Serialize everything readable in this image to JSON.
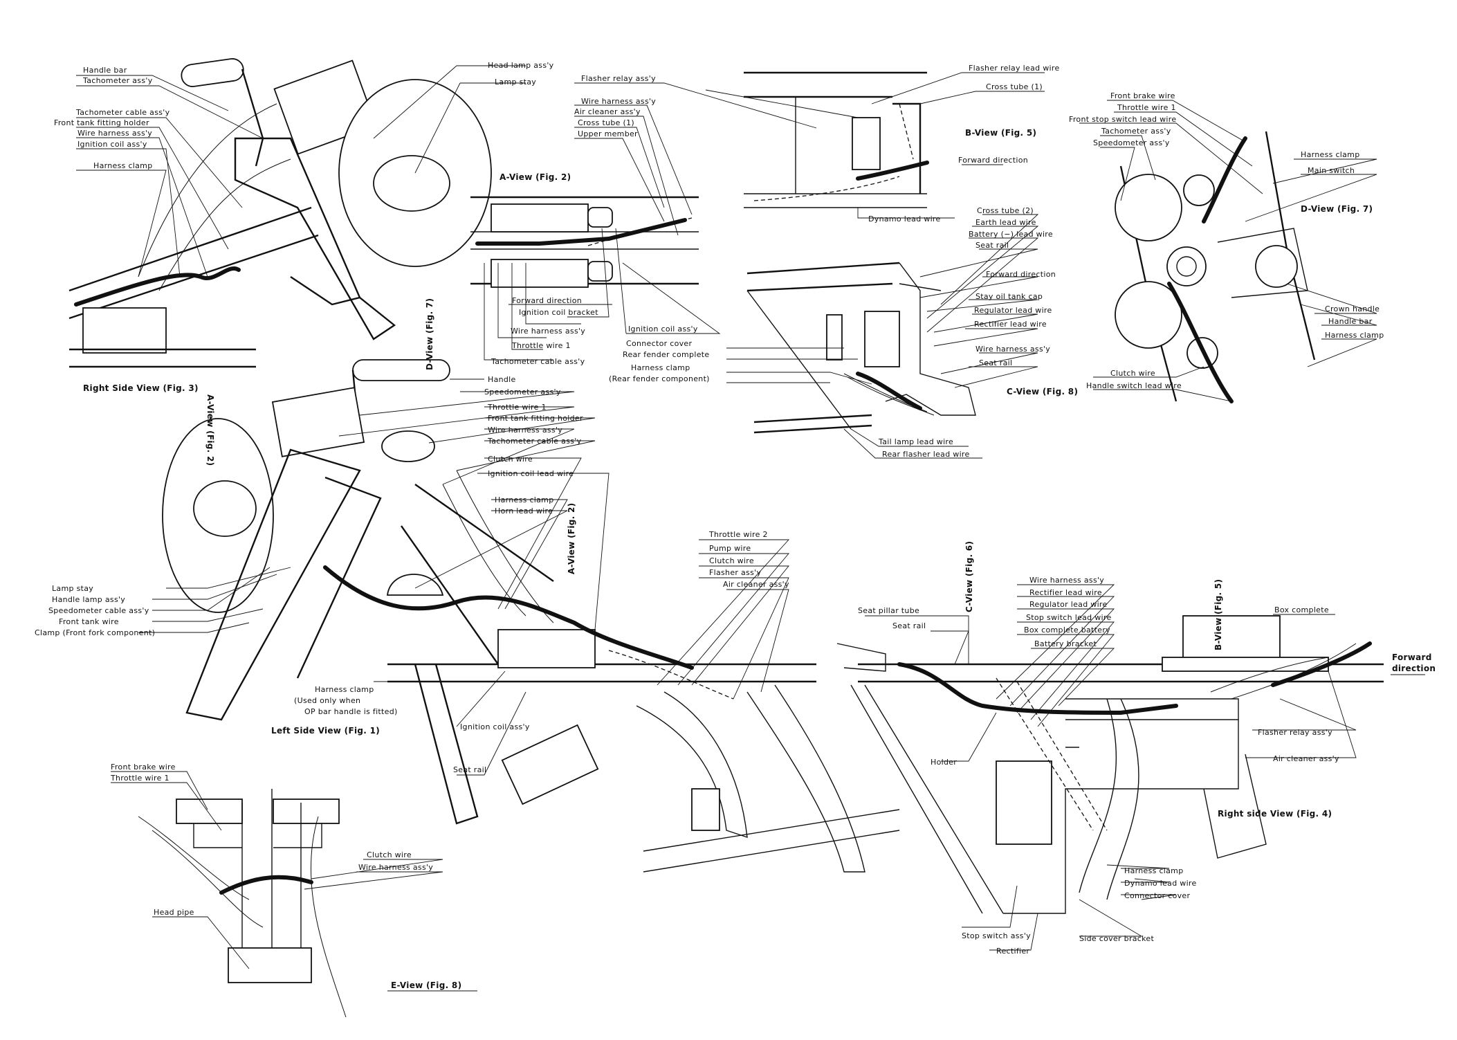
{
  "views": {
    "right_side_fig3": {
      "caption": "Right Side View (Fig. 3)",
      "labels": [
        "Handle bar",
        "Tachometer ass'y",
        "Tachometer cable ass'y",
        "Front tank fitting holder",
        "Wire harness ass'y",
        "Ignition coil ass'y",
        "Harness clamp",
        "Head lamp ass'y",
        "Lamp stay"
      ]
    },
    "a_view_fig2": {
      "caption": "A-View (Fig. 2)",
      "labels": [
        "Flasher relay ass'y",
        "Wire harness ass'y",
        "Air cleaner ass'y",
        "Cross tube (1)",
        "Upper member",
        "Forward direction",
        "Ignition coil bracket",
        "Wire harness ass'y",
        "Ignition coil ass'y",
        "Throttle wire 1",
        "Tachometer cable ass'y"
      ]
    },
    "b_view_fig5": {
      "caption": "B-View (Fig. 5)",
      "labels": [
        "Flasher relay lead wire",
        "Cross tube (1)",
        "Forward direction",
        "Dynamo lead wire"
      ]
    },
    "c_view_fig8": {
      "caption": "C-View (Fig. 8)",
      "labels": [
        "Cross tube (2)",
        "Earth lead wire",
        "Battery (−) lead wire",
        "Seat rail",
        "Forward direction",
        "Stay oil tank cap",
        "Regulator lead wire",
        "Rectifier lead wire",
        "Wire harness ass'y",
        "Seat rail",
        "Connector cover",
        "Rear fender complete",
        "Harness clamp",
        "(Rear fender component)",
        "Tail lamp lead wire",
        "Rear flasher lead wire"
      ]
    },
    "d_view_fig7": {
      "caption": "D-View (Fig. 7)",
      "labels": [
        "Front brake wire",
        "Throttle wire 1",
        "Front stop switch lead wire",
        "Tachometer ass'y",
        "Speedometer ass'y",
        "Harness clamp",
        "Main switch",
        "Crown handle",
        "Handle bar",
        "Harness clamp",
        "Clutch wire",
        "Handle switch lead wire"
      ]
    },
    "left_side_fig1": {
      "caption": "Left Side View (Fig. 1)",
      "labels": [
        "Handle",
        "Speedometer ass'y",
        "Throttle wire 1",
        "Front tank fitting holder",
        "Wire harness ass'y",
        "Tachometer cable ass'y",
        "Clutch wire",
        "Ignition coil lead wire",
        "Harness clamp",
        "Horn lead wire",
        "Lamp stay",
        "Handle lamp ass'y",
        "Speedometer cable ass'y",
        "Front tank wire",
        "Clamp (Front fork component)",
        "Harness clamp",
        "(Used only when",
        "OP bar handle is fitted)",
        "Ignition coil ass'y",
        "Seat rail",
        "Throttle wire 2",
        "Pump wire",
        "Clutch wire",
        "Flasher ass'y",
        "Air cleaner ass'y"
      ],
      "vertical_tags": [
        "D-View (Fig. 7)",
        "A-View (Fig. 2)",
        "A-View (Fig. 2)"
      ]
    },
    "right_side_fig4": {
      "caption": "Right side View (Fig. 4)",
      "labels": [
        "Seat pillar tube",
        "Seat rail",
        "Wire harness ass'y",
        "Rectifier lead wire",
        "Regulator lead wire",
        "Stop switch lead wire",
        "Box complete battery",
        "Battery bracket",
        "Box complete",
        "Forward",
        "direction",
        "Holder",
        "Flasher relay ass'y",
        "Air cleaner ass'y",
        "Harness clamp",
        "Dynamo lead wire",
        "Connector cover",
        "Stop switch ass'y",
        "Rectifier",
        "Side cover bracket"
      ],
      "vertical_tags": [
        "C-View (Fig. 6)",
        "B-View (Fig. 5)"
      ]
    },
    "e_view_fig8": {
      "caption": "E-View (Fig. 8)",
      "labels": [
        "Front brake wire",
        "Throttle wire 1",
        "Clutch wire",
        "Wire harness ass'y",
        "Head pipe"
      ]
    }
  }
}
